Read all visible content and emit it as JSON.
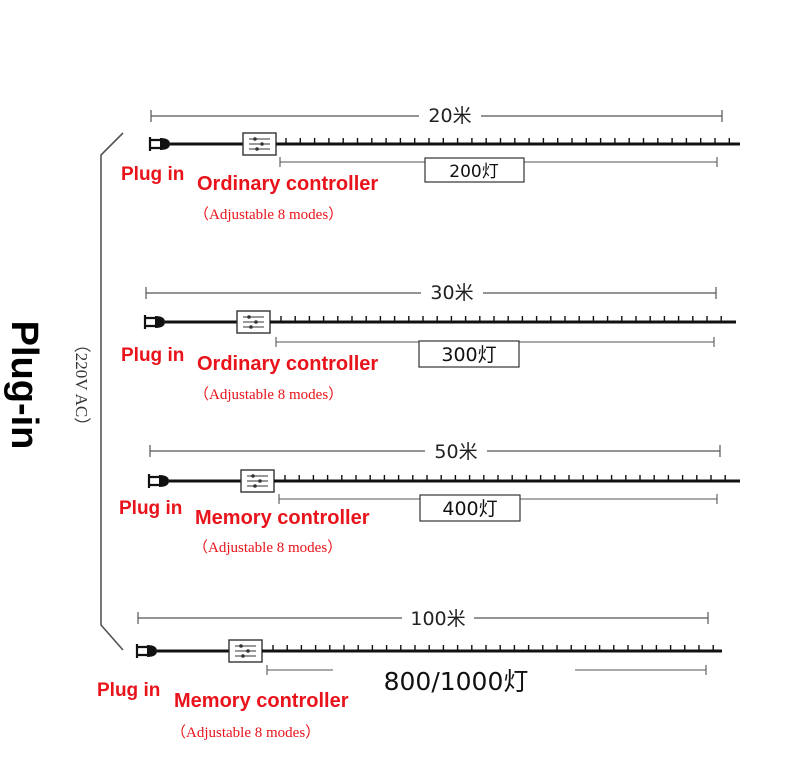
{
  "side": {
    "title": "Plug-in",
    "voltage": "（220V  AC）"
  },
  "rows": [
    {
      "length_label": "20米",
      "lamp_label": "200灯",
      "plug_label": "Plug in",
      "controller_label": "Ordinary controller",
      "modes_label": "（Adjustable 8 modes）"
    },
    {
      "length_label": "30米",
      "lamp_label": "300灯",
      "plug_label": "Plug in",
      "controller_label": "Ordinary controller",
      "modes_label": "（Adjustable 8 modes）"
    },
    {
      "length_label": "50米",
      "lamp_label": "400灯",
      "plug_label": "Plug in",
      "controller_label": "Memory controller",
      "modes_label": "（Adjustable 8 modes）"
    },
    {
      "length_label": "100米",
      "lamp_label": "800/1000灯",
      "plug_label": "Plug in",
      "controller_label": "Memory controller",
      "modes_label": "（Adjustable 8 modes）"
    }
  ],
  "colors": {
    "label_red": "#e8131b",
    "line": "#111111"
  },
  "icons": {
    "plug": "plug-icon",
    "controller": "controller-box-icon"
  }
}
